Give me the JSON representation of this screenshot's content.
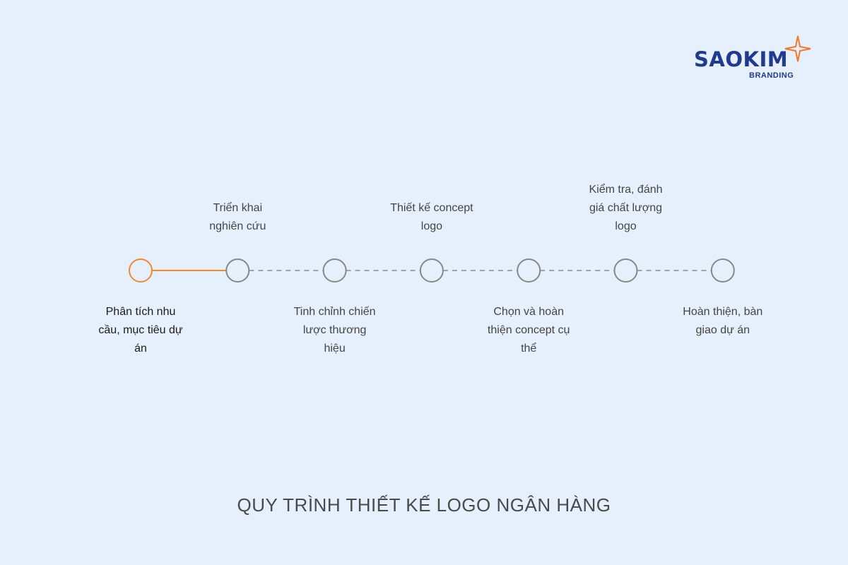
{
  "brand": {
    "name": "SAOKIM",
    "sub": "BRANDING",
    "star-icon": "four-point-star",
    "colors": {
      "text": "#1f3a8f",
      "star": "#f07a2a"
    }
  },
  "steps": [
    {
      "label": "Phân tích nhu cầu, mục tiêu dự án",
      "state": "active"
    },
    {
      "label": "Triển khai nghiên cứu",
      "state": "pending"
    },
    {
      "label": "Tinh chỉnh chiến lược thương hiệu",
      "state": "pending"
    },
    {
      "label": "Thiết kế concept logo",
      "state": "pending"
    },
    {
      "label": "Chọn và hoàn thiện concept cụ thể",
      "state": "pending"
    },
    {
      "label": "Kiểm tra, đánh giá chất lượng logo",
      "state": "pending"
    },
    {
      "label": "Hoàn thiện, bàn giao dự án",
      "state": "pending"
    }
  ],
  "colors": {
    "active": "#f08a2e",
    "pending": "#888888",
    "connector_dashed": "#a3a3a3"
  },
  "title": "QUY TRÌNH THIẾT KẾ LOGO NGÂN HÀNG"
}
